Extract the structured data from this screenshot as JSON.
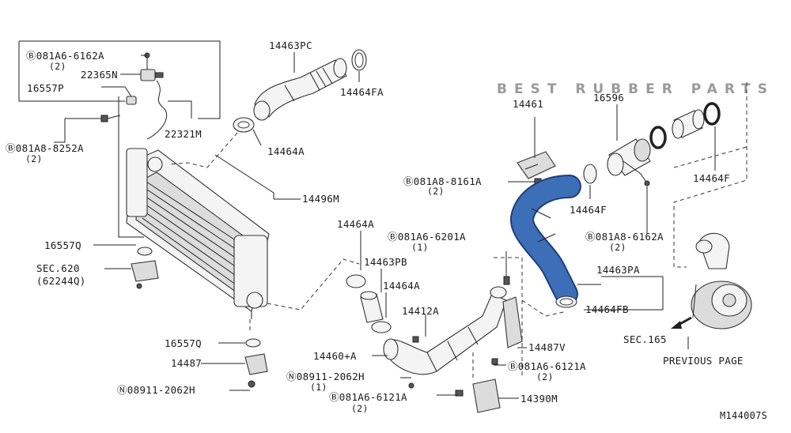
{
  "watermark": "BEST RUBBER PARTS",
  "diagram_code": "M144007S",
  "highlight_color": "#3d6fb8",
  "labels": {
    "p081A6_6162A": "Ⓑ081A6-6162A",
    "p081A6_6162A_qty": "(2)",
    "p22365N": "22365N",
    "p16557P": "16557P",
    "p22321M": "22321M",
    "p081A8_8252A": "Ⓑ081A8-8252A",
    "p081A8_8252A_qty": "(2)",
    "p14463PC": "14463PC",
    "p14464FA": "14464FA",
    "p14464A_top": "14464A",
    "p14496M": "14496M",
    "p14461": "14461",
    "p16596": "16596",
    "p081A8_8161A": "Ⓑ081A8-8161A",
    "p081A8_8161A_qty": "(2)",
    "p14464F_mid": "14464F",
    "p14464F_right": "14464F",
    "p081A8_6162A": "Ⓑ081A8-6162A",
    "p081A8_6162A_qty": "(2)",
    "p14464A_mid": "14464A",
    "p081A6_6201A": "Ⓑ081A6-6201A",
    "p081A6_6201A_qty": "(1)",
    "p14463PB": "14463PB",
    "p14464A_low": "14464A",
    "p14463PA": "14463PA",
    "p16557Q_top": "16557Q",
    "sec620": "SEC.620",
    "sec620_sub": "(62244Q)",
    "p14412A": "14412A",
    "p14464FB": "14464FB",
    "sec165": "SEC.165",
    "previous_page": "PREVIOUS PAGE",
    "p14487V": "14487V",
    "p16557Q_low": "16557Q",
    "p14460A": "14460+A",
    "p081A6_6121A_r": "Ⓑ081A6-6121A",
    "p081A6_6121A_r_qty": "(2)",
    "p14487": "14487",
    "p08911_mid": "Ⓝ08911-2062H",
    "p08911_mid_qty": "(1)",
    "p08911_low": "Ⓝ08911-2062H",
    "p081A6_6121A_l": "Ⓑ081A6-6121A",
    "p081A6_6121A_l_qty": "(2)",
    "p14390M": "14390M"
  }
}
